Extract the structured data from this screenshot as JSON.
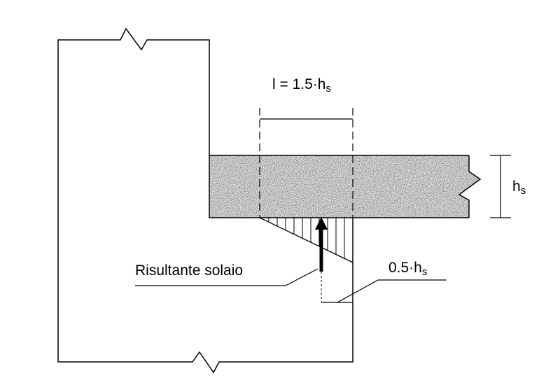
{
  "labels": {
    "span_prefix": "l = 1.5·h",
    "span_sub": "s",
    "slab_thickness_main": "h",
    "slab_thickness_sub": "s",
    "resultant": "Risultante solaio",
    "offset_prefix": "0.5·h",
    "offset_sub": "s"
  },
  "colors": {
    "line": "#000000",
    "slab_fill": "#e6e6e6",
    "background": "#ffffff"
  }
}
